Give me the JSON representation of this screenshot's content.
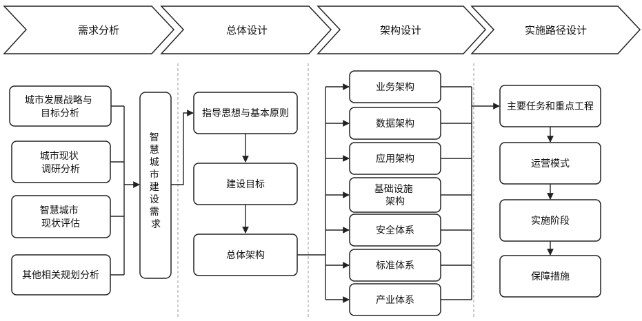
{
  "stages": [
    "需求分析",
    "总体设计",
    "架构设计",
    "实施路径设计"
  ],
  "col1": {
    "inputs": [
      [
        "城市发展战略与",
        "目标分析"
      ],
      [
        "城市现状",
        "调研分析"
      ],
      [
        "智慧城市",
        "现状评估"
      ],
      [
        "其他相关规划分析"
      ]
    ],
    "summary": [
      "智",
      "慧",
      "城",
      "市",
      "建",
      "设",
      "需",
      "求"
    ]
  },
  "col2": {
    "boxes": [
      "指导思想与基本原则",
      "建设目标",
      "总体架构"
    ]
  },
  "col3": {
    "boxes": [
      [
        "业务架构"
      ],
      [
        "数据架构"
      ],
      [
        "应用架构"
      ],
      [
        "基础设施",
        "架构"
      ],
      [
        "安全体系"
      ],
      [
        "标准体系"
      ],
      [
        "产业体系"
      ]
    ]
  },
  "col4": {
    "boxes": [
      "主要任务和重点工程",
      "运营模式",
      "实施阶段",
      "保障措施"
    ]
  }
}
